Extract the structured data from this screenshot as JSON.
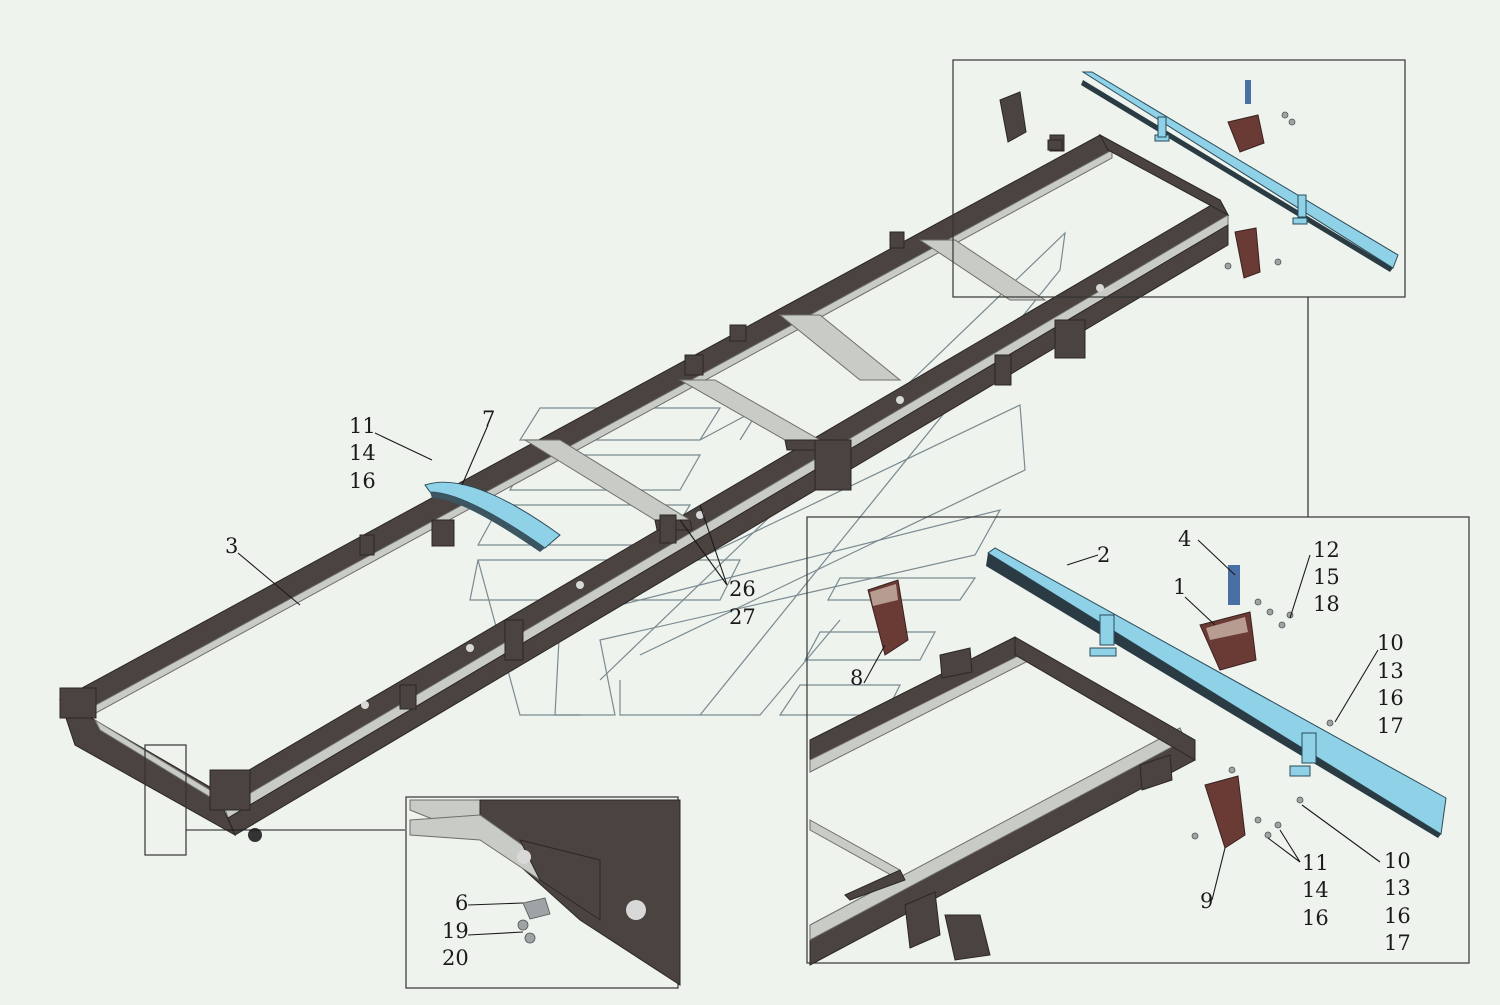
{
  "callouts": {
    "l2": "2",
    "l1": "1",
    "l4": "4",
    "l12_15_18": [
      "12",
      "15",
      "18"
    ],
    "l10_top": [
      "10",
      "13",
      "16",
      "17"
    ],
    "l10_bot": [
      "10",
      "13",
      "16",
      "17"
    ],
    "l8": "8",
    "l9": "9",
    "l11_right": [
      "11",
      "14",
      "16"
    ],
    "l11_left": [
      "11",
      "14",
      "16"
    ],
    "l7": "7",
    "l3": "3",
    "l26_27": [
      "26",
      "27"
    ],
    "l6": "6",
    "l19_20": [
      "19",
      "20"
    ]
  },
  "colors": {
    "background": "#eef3ee",
    "frame": "#4a4340",
    "beam": "#8fd1e6",
    "bracket": "#6a3a34"
  }
}
